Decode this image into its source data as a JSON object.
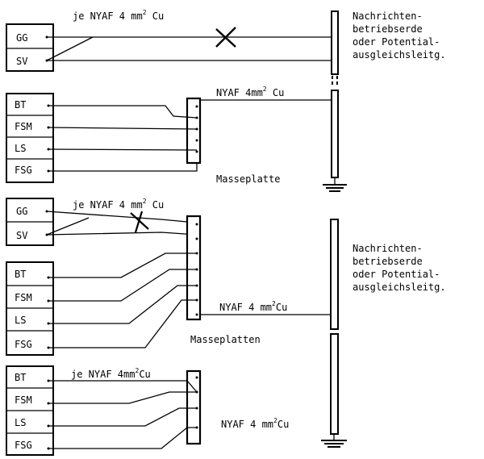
{
  "section1": {
    "boxes": [
      "GG",
      "SV"
    ],
    "cable": "je NYAF 4 mm",
    "cable_sup": "2",
    "cable_unit": " Cu"
  },
  "section2": {
    "boxes": [
      "BT",
      "FSM",
      "LS",
      "FSG"
    ],
    "cable": "NYAF 4mm",
    "cable_sup": "2",
    "cable_unit": " Cu",
    "plate_label": "Masseplatte"
  },
  "section3": {
    "boxes": [
      "GG",
      "SV"
    ],
    "cable": "je NYAF 4 mm",
    "cable_sup": "2",
    "cable_unit": " Cu"
  },
  "section4": {
    "boxes": [
      "BT",
      "FSM",
      "LS",
      "FSG"
    ],
    "cable": "NYAF 4 mm",
    "cable_sup": "2",
    "cable_unit": "Cu",
    "plate_label": "Masseplatten"
  },
  "section5": {
    "boxes": [
      "BT",
      "FSM",
      "LS",
      "FSG"
    ],
    "cable": "je NYAF 4mm",
    "cable_sup": "2",
    "cable_unit": "Cu",
    "cable2": "NYAF 4 mm",
    "cable2_sup": "2",
    "cable2_unit": "Cu"
  },
  "note_top": [
    "Nachrichten-",
    "betriebserde",
    "oder Potential-",
    "ausgleichsleitg."
  ],
  "note_bottom": [
    "Nachrichten-",
    "betriebserde",
    "oder Potential-",
    "ausgleichsleitg."
  ]
}
